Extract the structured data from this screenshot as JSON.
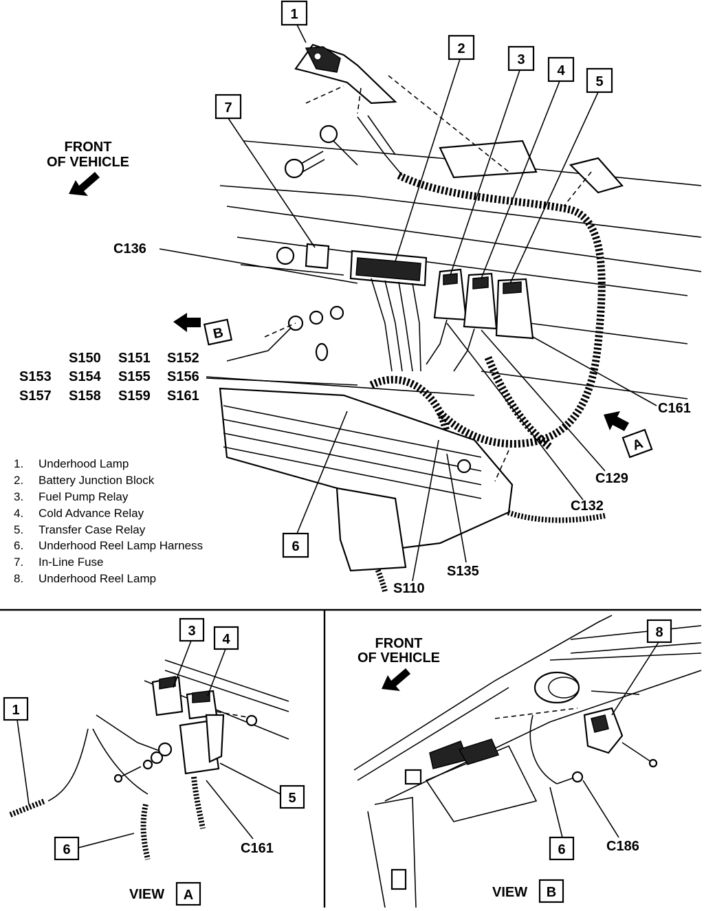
{
  "front_of_vehicle_main": [
    "FRONT",
    "OF VEHICLE"
  ],
  "front_of_vehicle_view_b": [
    "FRONT",
    "OF VEHICLE"
  ],
  "callouts": {
    "c1": "1",
    "c2": "2",
    "c3": "3",
    "c4": "4",
    "c5": "5",
    "c6": "6",
    "c7": "7",
    "va_c1": "1",
    "va_c3": "3",
    "va_c4": "4",
    "va_c5": "5",
    "va_c6": "6",
    "vb_c6": "6",
    "vb_c8": "8"
  },
  "connectors": {
    "c136": "C136",
    "c161": "C161",
    "c129": "C129",
    "c132": "C132",
    "s110": "S110",
    "s135": "S135",
    "va_c161": "C161",
    "vb_c186": "C186"
  },
  "view_markers": {
    "a": "A",
    "b": "B"
  },
  "splice_rows": [
    [
      "S150",
      "S151",
      "S152"
    ],
    [
      "S153",
      "S154",
      "S155",
      "S156"
    ],
    [
      "S157",
      "S158",
      "S159",
      "S161"
    ]
  ],
  "legend": [
    {
      "num": "1.",
      "text": "Underhood Lamp"
    },
    {
      "num": "2.",
      "text": "Battery Junction Block"
    },
    {
      "num": "3.",
      "text": "Fuel Pump Relay"
    },
    {
      "num": "4.",
      "text": "Cold Advance Relay"
    },
    {
      "num": "5.",
      "text": "Transfer Case Relay"
    },
    {
      "num": "6.",
      "text": "Underhood Reel Lamp Harness"
    },
    {
      "num": "7.",
      "text": "In-Line Fuse"
    },
    {
      "num": "8.",
      "text": "Underhood Reel Lamp"
    }
  ],
  "views": {
    "a": {
      "word": "VIEW",
      "letter": "A"
    },
    "b": {
      "word": "VIEW",
      "letter": "B"
    }
  }
}
